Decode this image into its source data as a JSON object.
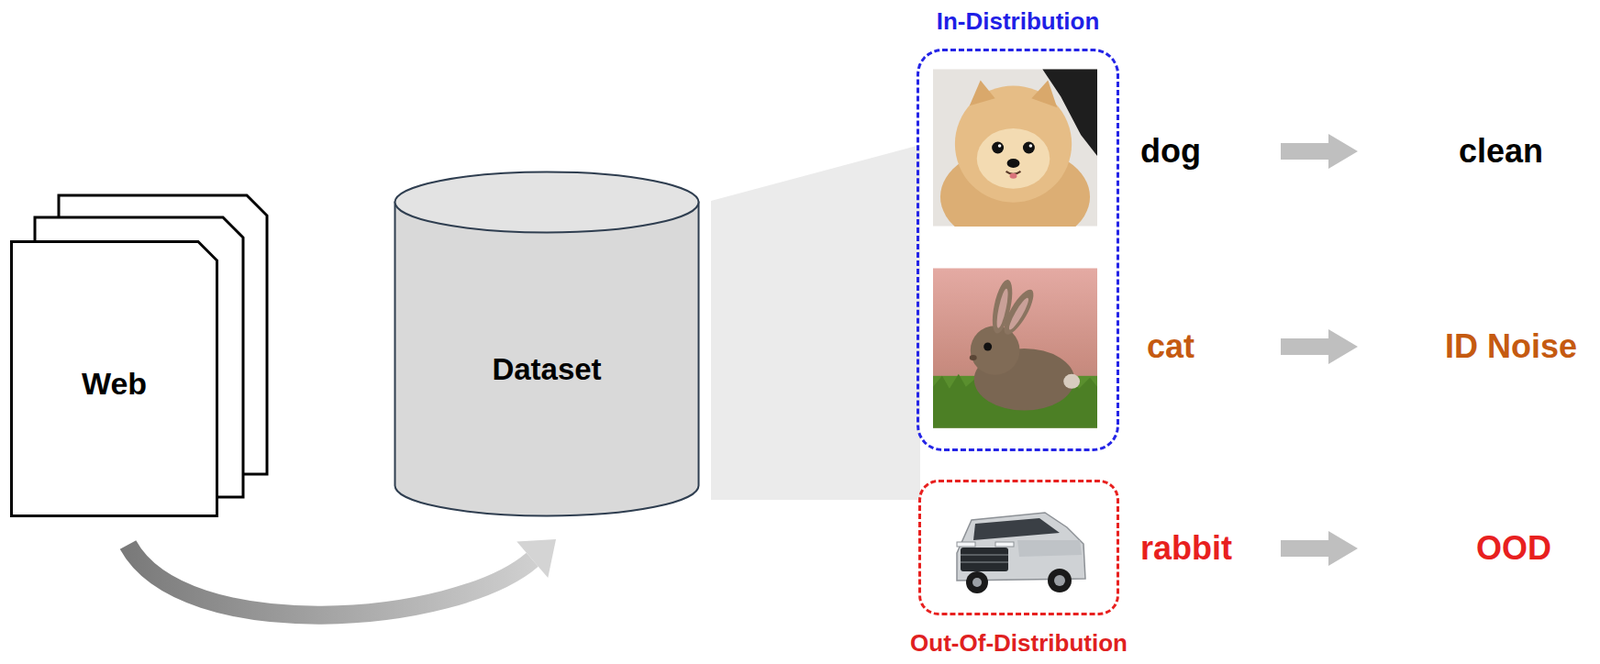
{
  "diagram": {
    "nodes": [
      {
        "text": [
          "Web"
        ]
      },
      {
        "text": [
          "Dataset"
        ]
      },
      {
        "text": [
          "In-Distribution"
        ]
      },
      {
        "text": [
          "Out-Of-Distribution"
        ]
      }
    ],
    "edges": [
      {
        "from": 0,
        "to": 1,
        "arrow": "to"
      }
    ],
    "labels": [
      "dog",
      "cat",
      "rabbit",
      "clean",
      "ID Noise",
      "OOD"
    ]
  }
}
